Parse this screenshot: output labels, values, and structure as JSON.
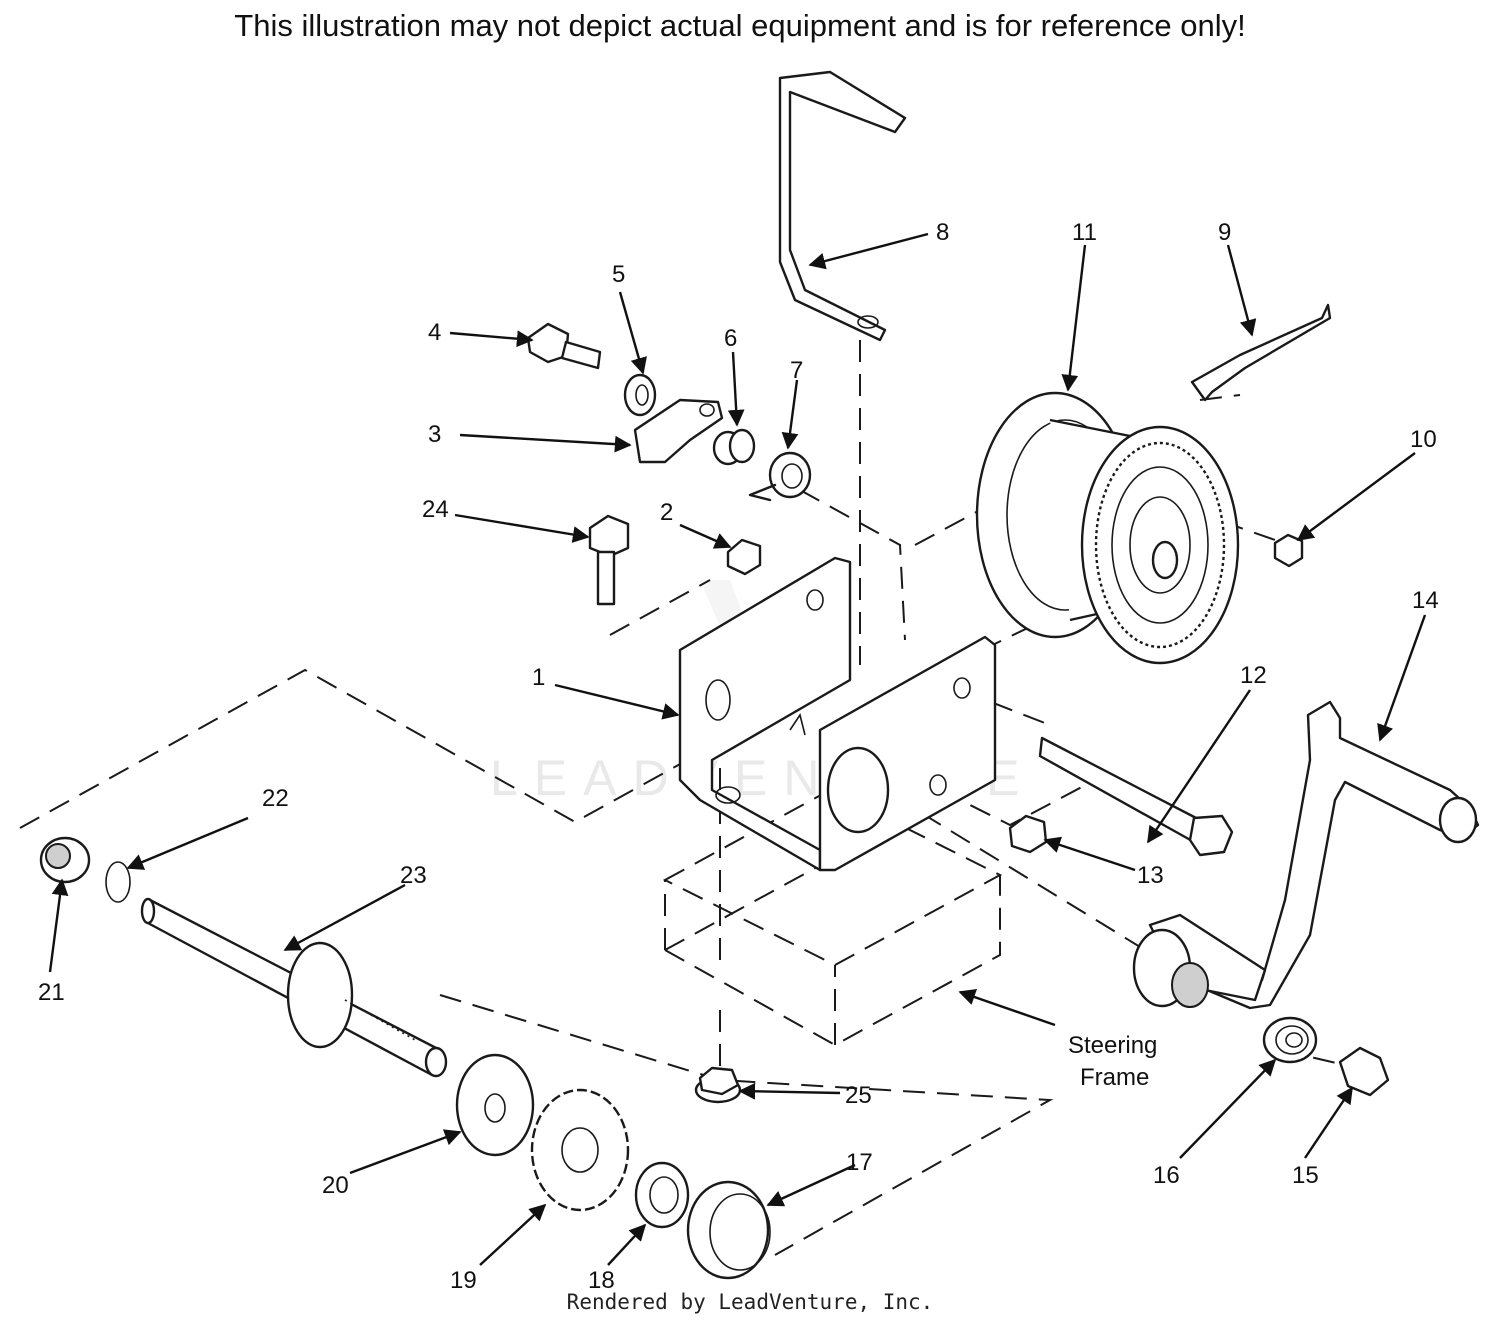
{
  "header": {
    "disclaimer": "This illustration may not depict actual equipment and is for reference only!"
  },
  "footer": {
    "credit": "Rendered by LeadVenture, Inc."
  },
  "watermark": {
    "text": "LEADVENTURE"
  },
  "frame_label": {
    "line1": "Steering",
    "line2": "Frame"
  },
  "callouts": [
    "1",
    "2",
    "3",
    "4",
    "5",
    "6",
    "7",
    "8",
    "9",
    "10",
    "11",
    "12",
    "13",
    "14",
    "15",
    "16",
    "17",
    "18",
    "19",
    "20",
    "21",
    "22",
    "23",
    "24",
    "25"
  ]
}
